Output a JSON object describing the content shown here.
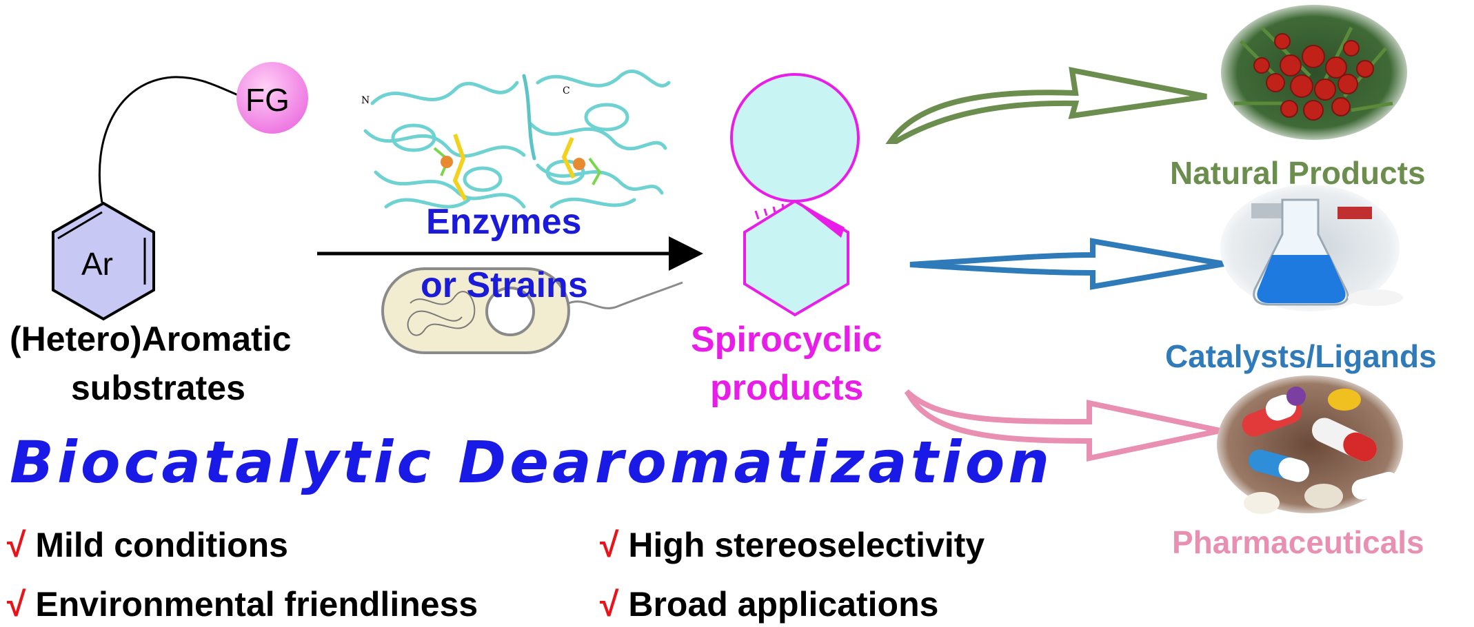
{
  "substrate": {
    "fg_label": "FG",
    "ring_label": "Ar",
    "caption_line1": "(Hetero)Aromatic",
    "caption_line2": "substrates"
  },
  "reaction": {
    "enzyme_line1": "Enzymes",
    "enzyme_line2": "or Strains",
    "protein_terminus_n": "N",
    "protein_terminus_c": "C"
  },
  "product": {
    "caption_line1": "Spirocyclic",
    "caption_line2": "products"
  },
  "applications": [
    {
      "label": "Natural Products",
      "color": "#6b8e4e"
    },
    {
      "label": "Catalysts/Ligands",
      "color": "#2f7ab8"
    },
    {
      "label": "Pharmaceuticals",
      "color": "#e88fb2"
    }
  ],
  "title": "Biocatalytic Dearomatization",
  "check_mark": "√",
  "features": [
    "Mild conditions",
    "Environmental friendliness",
    "High stereoselectivity",
    "Broad applications"
  ],
  "colors": {
    "title_blue": "#1a1ae6",
    "enzyme_text": "#1a1ad8",
    "product_magenta": "#e81ee8",
    "ring_fill": "#c8c8f4",
    "product_fill": "#c8f4f4",
    "check_red": "#e8141b"
  }
}
